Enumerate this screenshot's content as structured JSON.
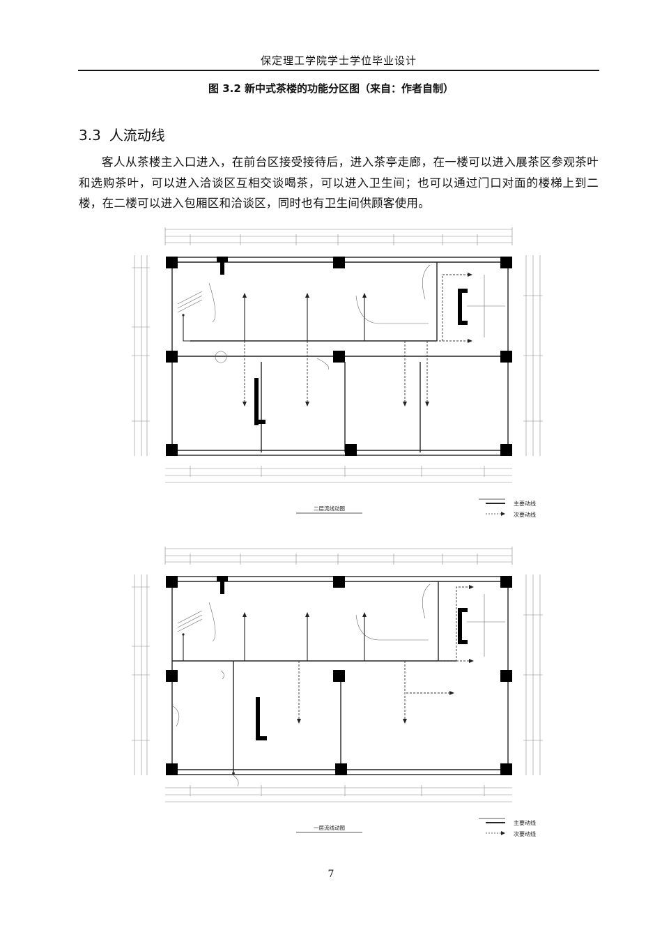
{
  "header": {
    "title": "保定理工学院学士学位毕业设计"
  },
  "figure_caption": "图 3.2 新中式茶楼的功能分区图（来自：作者自制）",
  "section": {
    "number": "3.3",
    "title": "人流动线"
  },
  "paragraph": "客人从茶楼主入口进入，在前台区接受接待后，进入茶亭走廊，在一楼可以进入展茶区参观茶叶和选购茶叶，可以进入洽谈区互相交谈喝茶，可以进入卫生间；也可以通过门口对面的楼梯上到二楼，在二楼可以进入包厢区和洽谈区，同时也有卫生间供顾客使用。",
  "plans": [
    {
      "title": "二层流线动图",
      "legend": [
        {
          "label": "主要动线",
          "style": "solid"
        },
        {
          "label": "次要动线",
          "style": "dashed"
        }
      ]
    },
    {
      "title": "一层流线动图",
      "legend": [
        {
          "label": "主要动线",
          "style": "solid"
        },
        {
          "label": "次要动线",
          "style": "dashed"
        }
      ]
    }
  ],
  "colors": {
    "text": "#111111",
    "wall": "#000000",
    "line": "#333333",
    "dim": "#888888"
  },
  "page_number": "7"
}
